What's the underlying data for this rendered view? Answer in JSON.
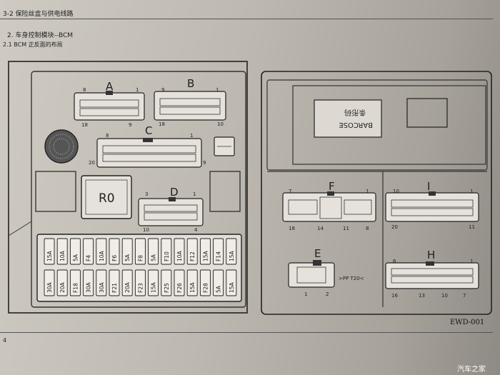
{
  "header": {
    "section": "3-2 保险丝盒与供电线路"
  },
  "heading": {
    "title": "2.  车身控制模块--BCM",
    "subtitle": "2.1 BCM 正反面的布局"
  },
  "left_panel": {
    "connector_a": {
      "label": "A",
      "pin_left": "8",
      "pin_right": "1",
      "pin_bl": "18",
      "pin_br": "9"
    },
    "connector_b": {
      "label": "B",
      "pin_left": "9",
      "pin_right": "1",
      "pin_bl": "18",
      "pin_br": "10"
    },
    "connector_c": {
      "label": "C",
      "pin_left": "8",
      "pin_right": "1",
      "pin_bl": "20",
      "pin_br": "9"
    },
    "connector_d": {
      "label": "D",
      "pin_left": "3",
      "pin_right": "1",
      "pin_bl": "10",
      "pin_br": "4"
    },
    "relay": {
      "label": "R0"
    },
    "fuses_top": [
      "15A",
      "10A",
      "5A",
      "F4",
      "10A",
      "F6",
      "5A",
      "F8",
      "5A",
      "F10",
      "10A",
      "F12",
      "15A",
      "F14",
      "15A"
    ],
    "fuses_bottom": [
      "30A",
      "20A",
      "F18",
      "30A",
      "30A",
      "F21",
      "20A",
      "F23",
      "15A",
      "F25",
      "F26",
      "15A",
      "F28",
      "5A",
      "15A"
    ]
  },
  "right_panel": {
    "sticker": {
      "text": "BARCOSE",
      "text2": "条形码"
    },
    "connector_f": {
      "label": "F",
      "pin_left": "7",
      "pin_right": "1",
      "pins_bottom": [
        "18",
        "14",
        "11",
        "8"
      ]
    },
    "connector_i": {
      "label": "I",
      "pin_left": "10",
      "pin_right": "1",
      "pin_bl": "20",
      "pin_br": "11"
    },
    "connector_e": {
      "label": "E",
      "pin_bl": "1",
      "pin_br": "2",
      "material": ">PP  T20<"
    },
    "connector_h": {
      "label": "H",
      "pin_left": "6",
      "pin_right": "1",
      "pins_bottom": [
        "16",
        "13",
        "10",
        "7"
      ]
    }
  },
  "figure_code": "EWD-001",
  "footer": {
    "text": "4"
  },
  "watermark": "汽车之家"
}
